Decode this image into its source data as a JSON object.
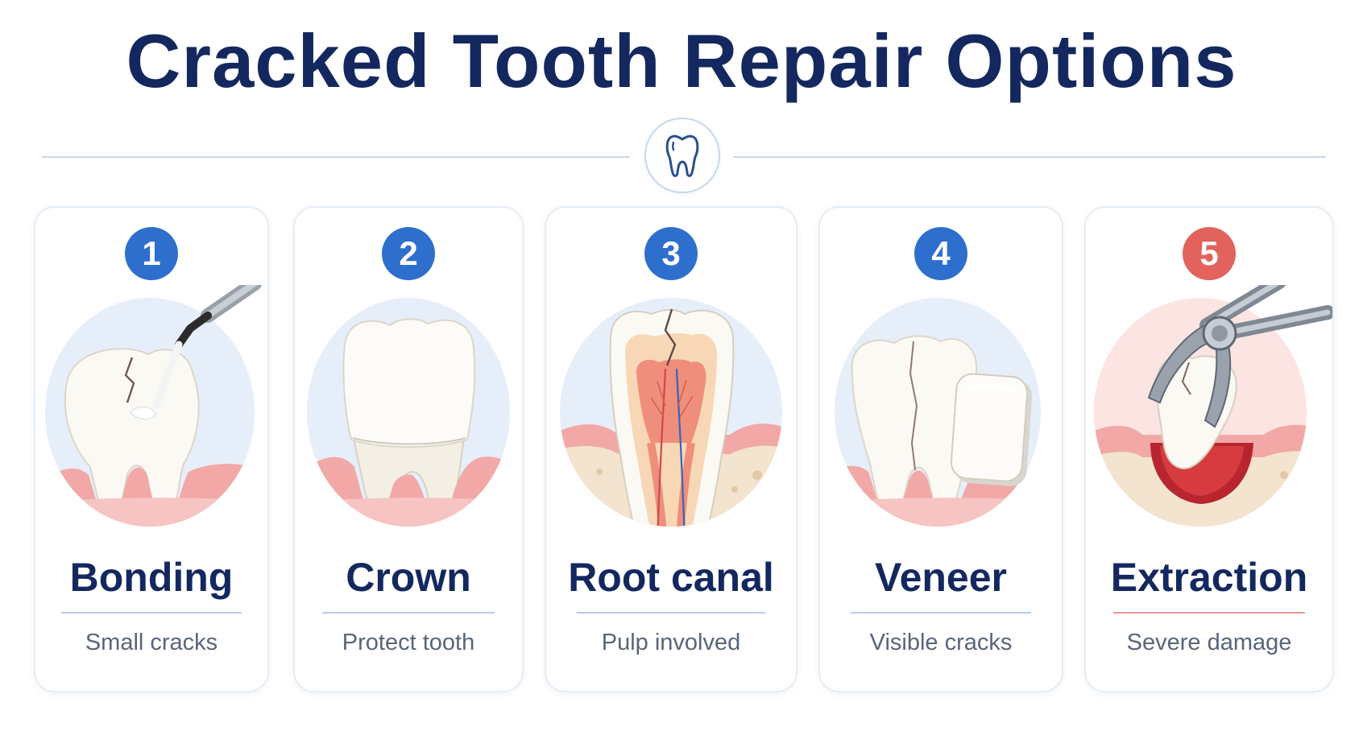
{
  "title": "Cracked Tooth Repair Options",
  "header_icon": "tooth-icon",
  "colors": {
    "title": "#14285f",
    "number_blue": "#2e6fce",
    "number_red": "#e2625d",
    "gum": "#f1a8a6",
    "tooth": "#fbf8f1",
    "divider": "#c8d9ee"
  },
  "options": [
    {
      "number": "1",
      "name": "Bonding",
      "description": "Small cracks",
      "icon": "bonding-tooth-illustration"
    },
    {
      "number": "2",
      "name": "Crown",
      "description": "Protect tooth",
      "icon": "crown-tooth-illustration"
    },
    {
      "number": "3",
      "name": "Root canal",
      "description": "Pulp involved",
      "icon": "root-canal-illustration"
    },
    {
      "number": "4",
      "name": "Veneer",
      "description": "Visible cracks",
      "icon": "veneer-tooth-illustration"
    },
    {
      "number": "5",
      "name": "Extraction",
      "description": "Severe damage",
      "icon": "extraction-forceps-illustration"
    }
  ]
}
